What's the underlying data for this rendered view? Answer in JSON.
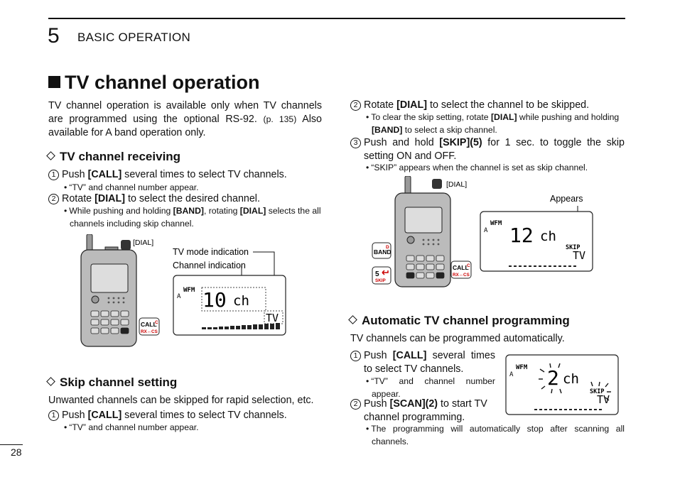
{
  "header": {
    "chapter_number": "5",
    "chapter_title": "BASIC OPERATION"
  },
  "section": {
    "title": "TV channel operation",
    "intro_a": "TV channel operation is available only when TV channels are programmed using the optional RS-92.",
    "intro_ref": "(p. 135)",
    "intro_b": "Also available for A band operation only."
  },
  "receiving": {
    "title": "TV channel receiving",
    "step1_a": "Push ",
    "step1_key": "[CALL]",
    "step1_b": " several times to select TV channels.",
    "step1_note": "“TV” and channel number appear.",
    "step2_a": "Rotate ",
    "step2_key": "[DIAL]",
    "step2_b": " to select the desired channel.",
    "step2_note_a": "While pushing and holding ",
    "step2_note_k1": "[BAND]",
    "step2_note_b": ", rotating ",
    "step2_note_k2": "[DIAL]",
    "step2_note_c": " selects the all channels including skip channel.",
    "fig_dial": "[DIAL]",
    "fig_tv_mode": "TV mode indication",
    "fig_channel": "Channel indication",
    "lcd_wfm": "WFM",
    "lcd_a": "A",
    "lcd_ch": "10",
    "lcd_ch_suffix": "ch",
    "lcd_tv": "TV",
    "key_call": "CALL",
    "key_call_sup": "C",
    "key_call_sub": "RX↔CS"
  },
  "skip": {
    "title": "Skip channel setting",
    "intro": "Unwanted channels can be skipped for rapid selection, etc.",
    "step1_a": "Push ",
    "step1_key": "[CALL]",
    "step1_b": " several times to select TV channels.",
    "step1_note": "“TV” and channel number appear.",
    "step2_a": "Rotate ",
    "step2_key": "[DIAL]",
    "step2_b": " to select the channel to be skipped.",
    "step2_note_a": "To clear the skip setting, rotate ",
    "step2_note_k1": "[DIAL]",
    "step2_note_b": " while pushing and holding ",
    "step2_note_k2": "[BAND]",
    "step2_note_c": " to select a skip channel.",
    "step3_a": "Push and hold ",
    "step3_key": "[SKIP](5)",
    "step3_b": " for 1 sec. to toggle the skip setting ON and OFF.",
    "step3_note": "“SKIP” appears when the channel is set as skip channel.",
    "fig_dial": "[DIAL]",
    "fig_appears": "Appears",
    "lcd_wfm": "WFM",
    "lcd_a": "A",
    "lcd_ch": "12",
    "lcd_ch_suffix": "ch",
    "lcd_skip": "SKIP",
    "lcd_tv": "TV",
    "key_band": "BAND",
    "key_band_sup": "D",
    "key_5": "5",
    "key_5_sub": "SKIP",
    "key_call": "CALL",
    "key_call_sup": "C",
    "key_call_sub": "RX↔CS"
  },
  "auto": {
    "title": "Automatic TV channel programming",
    "intro": "TV channels can be programmed automatically.",
    "step1_a": "Push ",
    "step1_key": "[CALL]",
    "step1_b": " several times to select TV channels.",
    "step1_note": "“TV” and channel number appear.",
    "step2_a": "Push ",
    "step2_key": "[SCAN](2)",
    "step2_b": " to start TV channel programming.",
    "step2_note": "The programming will automatically stop after scanning all channels.",
    "lcd_wfm": "WFM",
    "lcd_a": "A",
    "lcd_ch": "2",
    "lcd_ch_suffix": "ch",
    "lcd_skip": "SKIP",
    "lcd_tv": "TV"
  },
  "footer": {
    "page_number": "28"
  },
  "circled": {
    "one": "1",
    "two": "2",
    "three": "3"
  }
}
